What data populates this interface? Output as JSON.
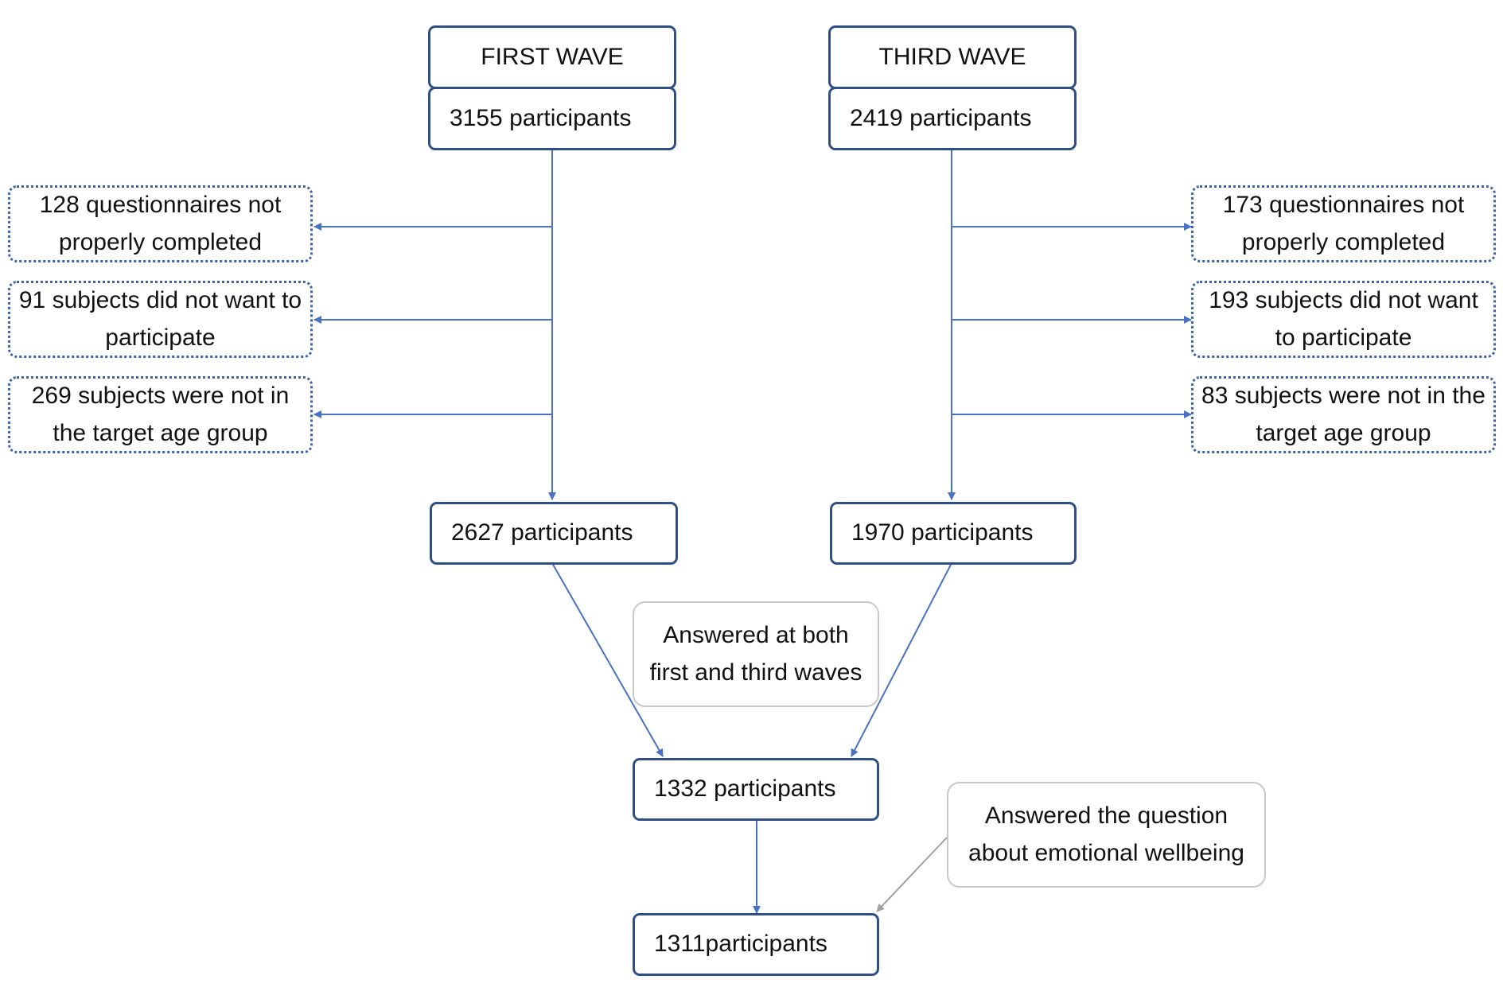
{
  "waves": {
    "first": {
      "title": "FIRST WAVE",
      "start": "3155 participants",
      "exclusions": [
        "128 questionnaires not properly completed",
        "91 subjects did not want to participate",
        "269 subjects were not in the target age group"
      ],
      "end": "2627 participants"
    },
    "third": {
      "title": "THIRD WAVE",
      "start": "2419 participants",
      "exclusions": [
        "173 questionnaires not properly completed",
        "193 subjects did not want to participate",
        "83 subjects were not in the target age group"
      ],
      "end": "1970 participants"
    }
  },
  "merge": {
    "note": "Answered at both first and third waves",
    "count": "1332 participants"
  },
  "final": {
    "note": "Answered the question about emotional wellbeing",
    "count": "1311participants"
  },
  "colors": {
    "box_border": "#2f4f86",
    "arrow": "#4a72c4",
    "note_border": "#c8c8c8",
    "grey_arrow": "#a0a0a0"
  }
}
